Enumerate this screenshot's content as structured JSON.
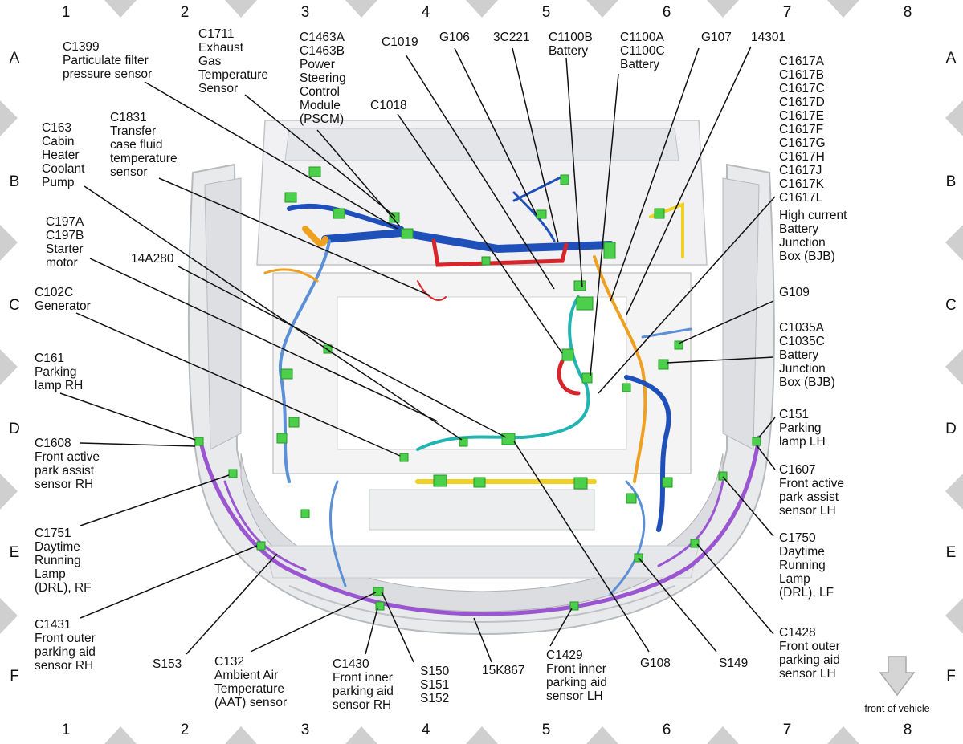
{
  "grid": {
    "columns": [
      "1",
      "2",
      "3",
      "4",
      "5",
      "6",
      "7",
      "8"
    ],
    "rows": [
      "A",
      "B",
      "C",
      "D",
      "E",
      "F"
    ]
  },
  "labels": {
    "c1399": [
      "C1399",
      "Particulate filter",
      "pressure sensor"
    ],
    "c1711": [
      "C1711",
      "Exhaust",
      "Gas",
      "Temperature",
      "Sensor"
    ],
    "c1463": [
      "C1463A",
      "C1463B",
      "Power",
      "Steering",
      "Control",
      "Module",
      "(PSCM)"
    ],
    "c1019": [
      "C1019"
    ],
    "g106": [
      "G106"
    ],
    "c3c221": [
      "3C221"
    ],
    "c1100b": [
      "C1100B",
      "Battery"
    ],
    "c1100ac": [
      "C1100A",
      "C1100C",
      "Battery"
    ],
    "g107": [
      "G107"
    ],
    "n14301": [
      "14301"
    ],
    "c1617": [
      "C1617A",
      "C1617B",
      "C1617C",
      "C1617D",
      "C1617E",
      "C1617F",
      "C1617G",
      "C1617H",
      "C1617J",
      "C1617K",
      "C1617L",
      "High current",
      "Battery",
      "Junction",
      "Box (BJB)"
    ],
    "c1018": [
      "C1018"
    ],
    "c163": [
      "C163",
      "Cabin",
      "Heater",
      "Coolant",
      "Pump"
    ],
    "c1831": [
      "C1831",
      "Transfer",
      "case fluid",
      "temperature",
      "sensor"
    ],
    "c197": [
      "C197A",
      "C197B",
      "Starter",
      "motor"
    ],
    "n14a280": [
      "14A280"
    ],
    "c102c": [
      "C102C",
      "Generator"
    ],
    "g109": [
      "G109"
    ],
    "c1035": [
      "C1035A",
      "C1035C",
      "Battery",
      "Junction",
      "Box (BJB)"
    ],
    "c161": [
      "C161",
      "Parking",
      "lamp RH"
    ],
    "c151": [
      "C151",
      "Parking",
      "lamp LH"
    ],
    "c1608": [
      "C1608",
      "Front active",
      "park assist",
      "sensor RH"
    ],
    "c1607": [
      "C1607",
      "Front active",
      "park assist",
      "sensor LH"
    ],
    "c1751": [
      "C1751",
      "Daytime",
      "Running",
      "Lamp",
      "(DRL), RF"
    ],
    "c1750": [
      "C1750",
      "Daytime",
      "Running",
      "Lamp",
      "(DRL), LF"
    ],
    "c1431": [
      "C1431",
      "Front outer",
      "parking aid",
      "sensor RH"
    ],
    "c1428": [
      "C1428",
      "Front outer",
      "parking aid",
      "sensor LH"
    ],
    "s153": [
      "S153"
    ],
    "c132": [
      "C132",
      "Ambient Air",
      "Temperature",
      "(AAT) sensor"
    ],
    "c1430": [
      "C1430",
      "Front inner",
      "parking aid",
      "sensor RH"
    ],
    "s150": [
      "S150",
      "S151",
      "S152"
    ],
    "n15k867": [
      "15K867"
    ],
    "c1429": [
      "C1429",
      "Front inner",
      "parking aid",
      "sensor LH"
    ],
    "g108": [
      "G108"
    ],
    "s149": [
      "S149"
    ]
  },
  "direction": {
    "text": "front of vehicle",
    "icon": "arrow-down-icon"
  },
  "colors": {
    "blue": "#1f4fb8",
    "light_blue": "#5b8fd6",
    "red": "#d8242b",
    "green": "#4cd04c",
    "yellow": "#f0d020",
    "teal": "#22b3b3",
    "purple": "#9a55d0",
    "orange": "#f0a020"
  }
}
